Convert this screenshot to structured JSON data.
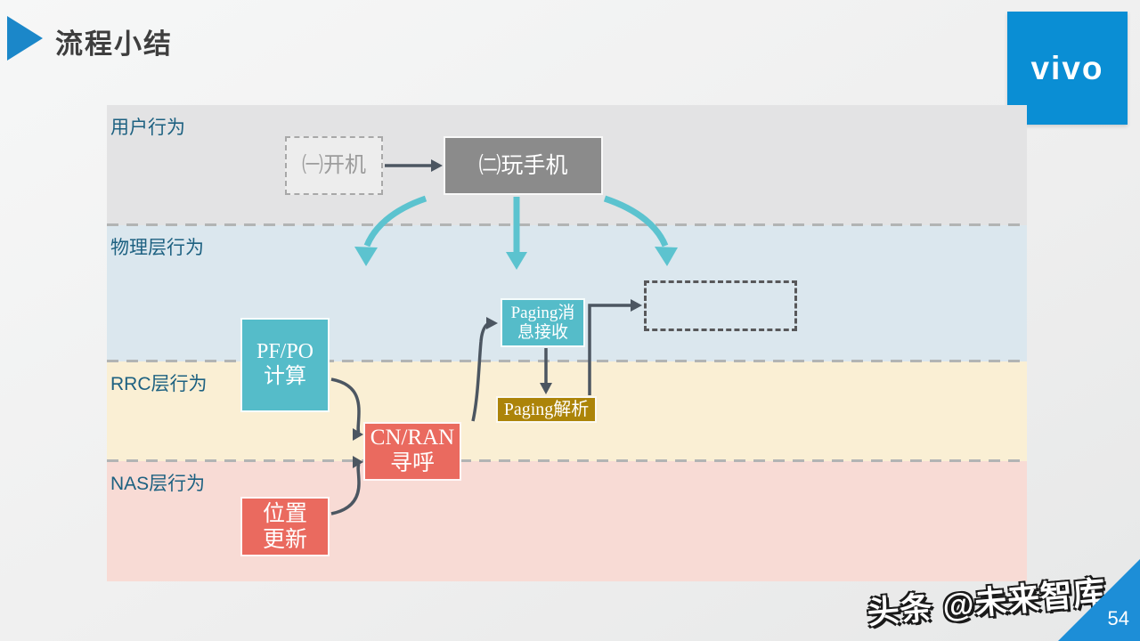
{
  "slide": {
    "title": "流程小结",
    "logo_text": "vivo",
    "watermark": "头条 @未来智库",
    "page_number": "54"
  },
  "colors": {
    "accent_blue": "#1b87c9",
    "vivo_blue": "#0a8ed4",
    "corner_blue": "#1d8ed7",
    "label_blue": "#1d6181",
    "band_user": "#e3e3e4",
    "band_phy": "#dbe7ee",
    "band_rrc": "#faefd4",
    "band_nas": "#f8dbd5",
    "teal_box": "#55bcc9",
    "red_box": "#ea6a5f",
    "gold_box": "#ac8409",
    "gray_box": "#8b8b8b",
    "arrow_dark": "#4c5661",
    "arrow_teal": "#5cc3cf"
  },
  "diagram": {
    "bands": [
      {
        "label": "用户行为"
      },
      {
        "label": "物理层行为"
      },
      {
        "label": "RRC层行为"
      },
      {
        "label": "NAS层行为"
      }
    ],
    "nodes": {
      "power_on": {
        "label": "㈠开机"
      },
      "play_phone": {
        "label": "㈡玩手机"
      },
      "pf_po": {
        "line1": "PF/PO",
        "line2": "计算"
      },
      "paging_rx": {
        "line1": "Paging消",
        "line2": "息接收"
      },
      "paging_parse": {
        "label": "Paging解析"
      },
      "cn_ran": {
        "line1": "CN/RAN",
        "line2": "寻呼"
      },
      "location_update": {
        "line1": "位置",
        "line2": "更新"
      },
      "empty_placeholder": {
        "label": ""
      }
    },
    "connections": [
      {
        "from": "power_on",
        "to": "play_phone"
      },
      {
        "from": "play_phone",
        "to": "physical_layer_left"
      },
      {
        "from": "play_phone",
        "to": "physical_layer_middle"
      },
      {
        "from": "play_phone",
        "to": "physical_layer_right"
      },
      {
        "from": "pf_po",
        "to": "cn_ran"
      },
      {
        "from": "location_update",
        "to": "cn_ran"
      },
      {
        "from": "cn_ran",
        "to": "paging_rx"
      },
      {
        "from": "paging_rx",
        "to": "paging_parse"
      },
      {
        "from": "paging_parse",
        "to": "empty_placeholder"
      }
    ]
  }
}
